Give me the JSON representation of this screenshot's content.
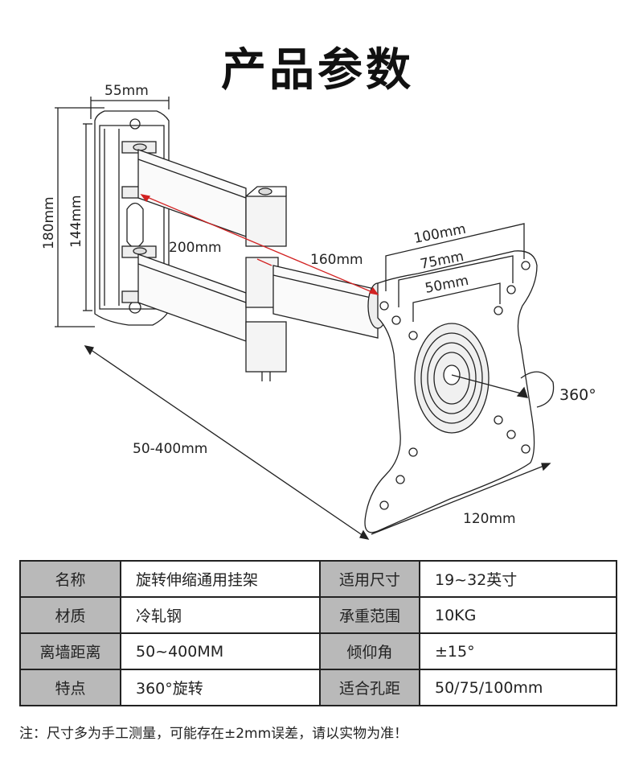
{
  "title": "产品参数",
  "dimensions": {
    "plate_width": "55mm",
    "plate_height_outer": "180mm",
    "plate_height_inner": "144mm",
    "arm_first": "200mm",
    "arm_second": "160mm",
    "vesa_100": "100mm",
    "vesa_75": "75mm",
    "vesa_50": "50mm",
    "rotation": "360°",
    "extension": "50-400mm",
    "mount_width": "120mm"
  },
  "specs": [
    {
      "k1": "名称",
      "v1": "旋转伸缩通用挂架",
      "k2": "适用尺寸",
      "v2": "19~32英寸"
    },
    {
      "k1": "材质",
      "v1": "冷轧钢",
      "k2": "承重范围",
      "v2": "10KG"
    },
    {
      "k1": "离墙距离",
      "v1": "50~400MM",
      "k2": "倾仰角",
      "v2": "±15°"
    },
    {
      "k1": "特点",
      "v1": "360°旋转",
      "k2": "适合孔距",
      "v2": "50/75/100mm"
    }
  ],
  "note": "注：尺寸多为手工测量，可能存在±2mm误差，请以实物为准！",
  "colors": {
    "header_cell": "#b9b9b9",
    "dimension_red": "#d22222",
    "line": "#222222"
  }
}
